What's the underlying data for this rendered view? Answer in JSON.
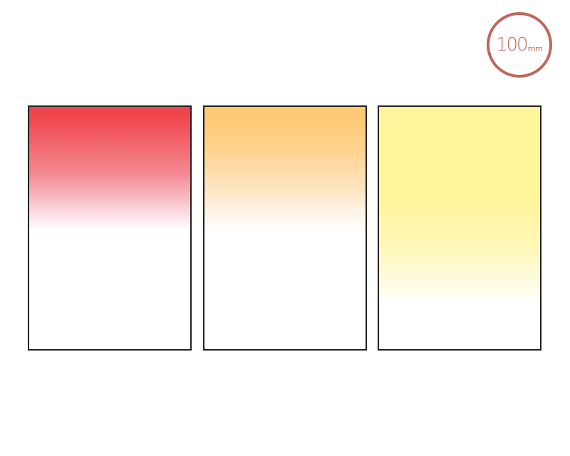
{
  "badge": {
    "value": "100",
    "unit": "mm",
    "color": "#c0665a"
  },
  "filters": [
    {
      "name": "red-graduated-filter",
      "color": "#f0434b"
    },
    {
      "name": "orange-graduated-filter",
      "color": "#ffc76e"
    },
    {
      "name": "yellow-graduated-filter",
      "color": "#fff59b"
    }
  ]
}
